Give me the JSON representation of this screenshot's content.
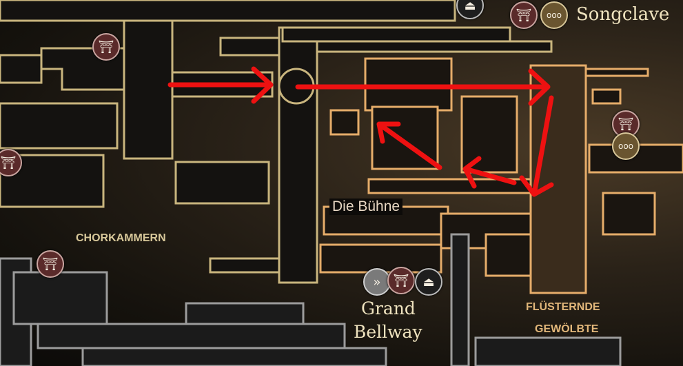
{
  "map": {
    "areas": {
      "songclave": "Songclave",
      "die_buhne": "Die Bühne",
      "chorkammern": "CHORKAMMERN",
      "grand_bellway_line1": "Grand",
      "grand_bellway_line2": "Bellway",
      "flusternde_line1": "FLÜSTERNDE",
      "flusternde_line2": "GEWÖLBTE"
    },
    "icons": {
      "bench": "⛩",
      "bell": "ooo",
      "travel": "»",
      "stag": "⏏"
    },
    "colors": {
      "route_arrow": "#ee1111",
      "room_left": "#c9b57e",
      "room_right": "#e6ad6a",
      "room_grey": "#9c9c9c"
    }
  }
}
